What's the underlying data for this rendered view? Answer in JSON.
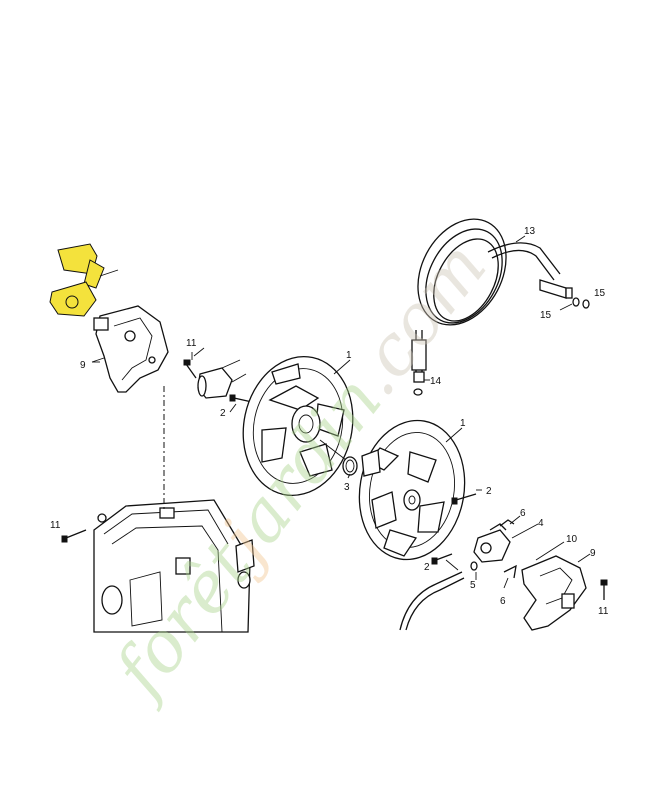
{
  "watermark": {
    "text": "forêtjardin.com",
    "colors": [
      "#a8d48a",
      "#f2c58e",
      "#cdc4b5"
    ]
  },
  "highlight_color": "#f4e23c",
  "callouts": [
    {
      "id": "c13",
      "text": "13"
    },
    {
      "id": "c15a",
      "text": "15"
    },
    {
      "id": "c15b",
      "text": "15"
    },
    {
      "id": "c1a",
      "text": "1"
    },
    {
      "id": "c9a",
      "text": "9"
    },
    {
      "id": "c11a",
      "text": "11"
    },
    {
      "id": "c2a",
      "text": "2"
    },
    {
      "id": "c14",
      "text": "14"
    },
    {
      "id": "c1b",
      "text": "1"
    },
    {
      "id": "c3",
      "text": "3"
    },
    {
      "id": "c2b",
      "text": "2"
    },
    {
      "id": "c6a",
      "text": "6"
    },
    {
      "id": "c4",
      "text": "4"
    },
    {
      "id": "c11b",
      "text": "11"
    },
    {
      "id": "c10",
      "text": "10"
    },
    {
      "id": "c9b",
      "text": "9"
    },
    {
      "id": "c2c",
      "text": "2"
    },
    {
      "id": "c5",
      "text": "5"
    },
    {
      "id": "c6b",
      "text": "6"
    },
    {
      "id": "c11c",
      "text": "11"
    }
  ]
}
